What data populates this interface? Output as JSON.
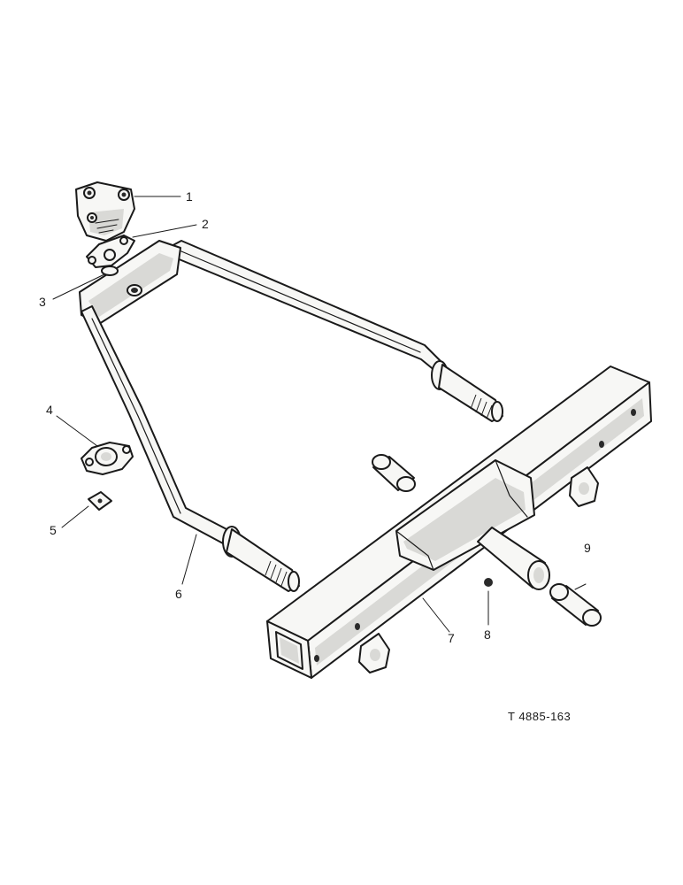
{
  "callouts": [
    {
      "number": "1",
      "part": "part-1"
    },
    {
      "number": "2",
      "part": "part-2"
    },
    {
      "number": "3",
      "part": "part-3"
    },
    {
      "number": "4",
      "part": "part-4"
    },
    {
      "number": "5",
      "part": "part-5"
    },
    {
      "number": "6",
      "part": "part-6"
    },
    {
      "number": "7",
      "part": "part-7"
    },
    {
      "number": "8",
      "part": "part-8"
    },
    {
      "number": "9",
      "part": "part-9"
    }
  ],
  "reference": "T 4885-163"
}
